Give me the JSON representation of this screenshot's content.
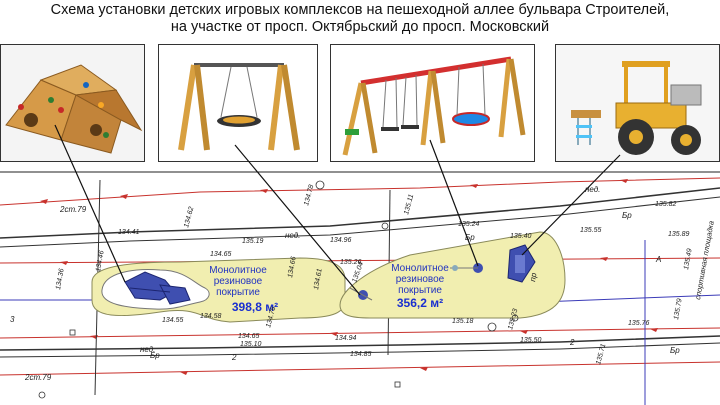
{
  "title": {
    "line1": "Схема установки детских игровых комплексов на пешеходной аллее бульвара Строителей,",
    "line2": "на участке от просп. Октябрьский до просп. Московский"
  },
  "photos": [
    {
      "icon": "climbing-pyramid-icon"
    },
    {
      "icon": "nest-swing-icon"
    },
    {
      "icon": "multi-swing-icon"
    },
    {
      "icon": "tractor-playset-icon"
    }
  ],
  "zones": [
    {
      "surface_line1": "Монолитное",
      "surface_line2": "резиновое",
      "surface_line3": "покрытие",
      "area": "398,8 м²"
    },
    {
      "surface_line1": "Монолитное",
      "surface_line2": "резиновое",
      "surface_line3": "покрытие",
      "area": "356,2 м²"
    }
  ],
  "elevations": [
    "134.41",
    "134.65",
    "134.76",
    "134.62",
    "134.78",
    "135.19",
    "134.96",
    "135.26",
    "135.11",
    "135.24",
    "135.40",
    "135.55",
    "135.82",
    "135.89",
    "134.36",
    "134.66",
    "134.61",
    "135.04",
    "134.55",
    "134.58",
    "134.65",
    "134.76",
    "135.10",
    "134.94",
    "134.85",
    "135.18",
    "135.23",
    "135.50",
    "135.76",
    "135.71",
    "135.79",
    "135.49",
    "134.46"
  ],
  "plan_labels": {
    "br": "Бр",
    "ned": "нед.",
    "st": "2ст.79",
    "sport": "спортивная площадка",
    "ps": "пр",
    "letter_a": "А",
    "num_2": "2",
    "num_3": "3"
  },
  "colors": {
    "zone_fill": "#f1eeb0",
    "zone_stroke": "#8a8a5a",
    "equipment": "#3f4fb0",
    "area_text": "#1a2fd0",
    "label_text": "#2233c0",
    "survey_red": "#c8322d",
    "dim_blue": "#3b3bb8"
  }
}
